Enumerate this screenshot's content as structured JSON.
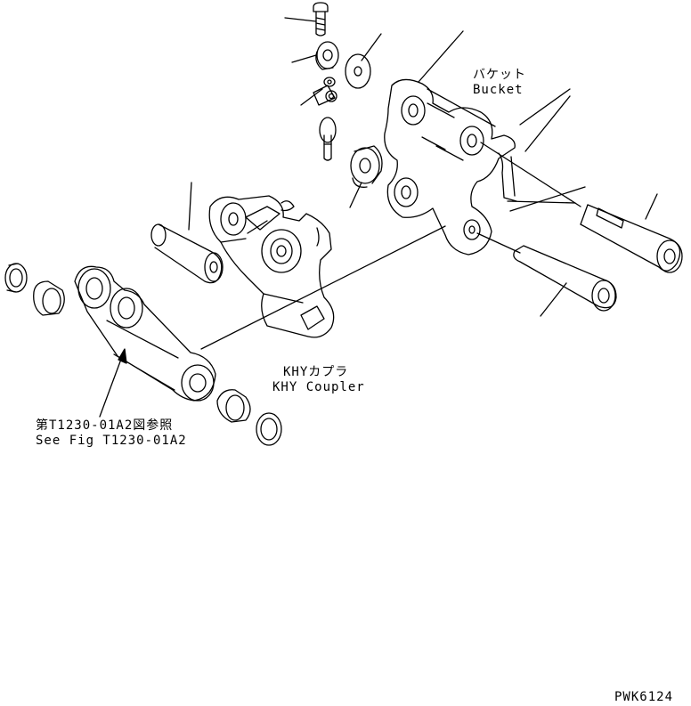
{
  "labels": {
    "bucket_jp": "バケット",
    "bucket_en": "Bucket",
    "coupler_jp": "KHYカプラ",
    "coupler_en": "KHY Coupler",
    "ref_jp": "第T1230-01A2図参照",
    "ref_en": "See Fig T1230-01A2",
    "drawing_no": "PWK6124"
  },
  "colors": {
    "line": "#000000",
    "background": "#ffffff"
  }
}
